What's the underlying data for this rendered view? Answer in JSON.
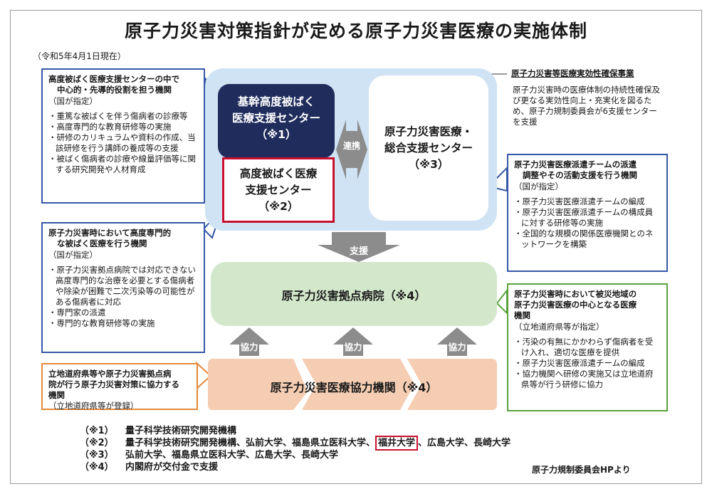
{
  "title": "原子力災害対策指針が定める原子力災害医療の実施体制",
  "date": "（令和5年4月1日現在）",
  "left_boxes": [
    {
      "heading_lines": [
        "高度被ばく医療支援センターの中で",
        "中心的・先導的役割を担う機関"
      ],
      "sub": "（国が指定）",
      "items": [
        "重篤な被ばくを伴う傷病者の診療等",
        "高度専門的な教育研修等の実施",
        "研修のカリキュラムや資料の作成、当該研修を行う講師の養成等の支援",
        "被ばく傷病者の診療や線量評価等に関する研究開発や人材育成"
      ]
    },
    {
      "heading_lines": [
        "原子力災害時において高度専門的",
        "な被ばく医療を行う機関"
      ],
      "sub": "（国が指定）",
      "items": [
        "原子力災害拠点病院では対応できない高度専門的な治療を必要とする傷病者や除染が困難で二次汚染等の可能性がある傷病者に対応",
        "専門家の派遣",
        "専門的な教育研修等の実施"
      ]
    },
    {
      "heading_lines": [
        "立地道府県等や原子力災害拠点病",
        "院が行う原子力災害対策に協力する",
        "機関"
      ],
      "sub": "（立地道府県等が登録）",
      "items": []
    }
  ],
  "right_boxes": [
    {
      "heading": "原子力災害等医療実効性確保事業",
      "body": "原子力災害時の医療体制の持続性確保及び更なる実効性向上・充実化を図るため、原子力規制委員会が6支援センターを支援"
    },
    {
      "heading_lines": [
        "原子力災害医療派遣チームの派遣",
        "調整やその活動支援を行う機関"
      ],
      "sub": "（国が指定）",
      "items": [
        "原子力災害医療派遣チームの編成",
        "原子力災害医療派遣チームの構成員に対する研修等の実施",
        "全国的な規模の関係医療機関とのネットワークを構築"
      ]
    },
    {
      "heading_lines": [
        "原子力災害時において被災地域の",
        "原子力災害医療の中心となる医療",
        "機関"
      ],
      "sub": "（立地道府県等が指定）",
      "items": [
        "汚染の有無にかかわらず傷病者を受け入れ、適切な医療を提供",
        "原子力災害医療派遣チームの編成",
        "協力機関へ研修の実施又は立地道府県等が行う研修に協力"
      ]
    }
  ],
  "center": {
    "navy_lines": [
      "基幹高度被ばく",
      "医療支援センター",
      "（※1）"
    ],
    "red_lines": [
      "高度被ばく医療",
      "支援センター",
      "（※2）"
    ],
    "comprehensive_lines": [
      "原子力災害医療・",
      "総合支援センター",
      "（※3）"
    ],
    "renkei": "連携",
    "shien": "支援",
    "base_hospital": "原子力災害拠点病院（※4）",
    "kyoryoku": [
      "協力",
      "協力",
      "協力"
    ],
    "cooperating": "原子力災害医療協力機関（※4）"
  },
  "notes": {
    "n1": {
      "key": "（※1）",
      "text": "量子科学技術研究開発機構"
    },
    "n2": {
      "key": "（※2）",
      "before": "量子科学技術研究開発機構、弘前大学、福島県立医科大学、",
      "highlight": "福井大学",
      "after": "、広島大学、長崎大学"
    },
    "n3": {
      "key": "（※3）",
      "text": "弘前大学、福島県立医科大学、広島大学、長崎大学"
    },
    "n4": {
      "key": "（※4）",
      "text": "内閣府が交付金で支援"
    }
  },
  "source": "原子力規制委員会HPより",
  "colors": {
    "blue_border": "#3557a8",
    "light_blue": "#cfe3f4",
    "navy": "#1f2c5c",
    "red": "#c8102e",
    "green_border": "#5aa33a",
    "green_fill": "#d3e8cb",
    "orange_border": "#e4883a",
    "salmon_fill": "#f5cdb2",
    "arrow_gray": "#8c8c8c"
  }
}
